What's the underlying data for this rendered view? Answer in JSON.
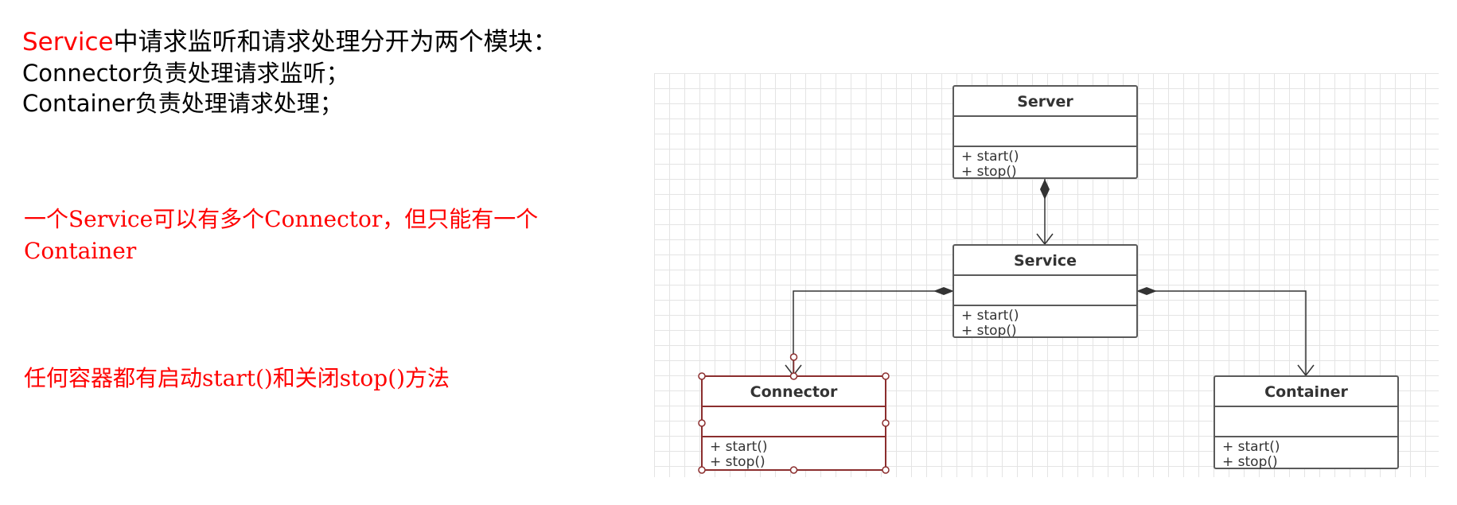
{
  "text": {
    "heading_accent": "Service",
    "heading_rest": "中请求监听和请求处理分开为两个模块：",
    "line2": "Connector负责处理请求监听；",
    "line3": "Container负责处理请求处理；",
    "note1": "一个Service可以有多个Connector，但只能有一个Container",
    "note2": "任何容器都有启动start()和关闭stop()方法"
  },
  "diagram": {
    "classes": [
      {
        "id": "server",
        "name": "Server",
        "ops": [
          "+ start()",
          "+ stop()"
        ]
      },
      {
        "id": "service",
        "name": "Service",
        "ops": [
          "+ start()",
          "+ stop()"
        ]
      },
      {
        "id": "connector",
        "name": "Connector",
        "ops": [
          "+ start()",
          "+ stop()"
        ]
      },
      {
        "id": "container",
        "name": "Container",
        "ops": [
          "+ start()",
          "+ stop()"
        ]
      }
    ],
    "relations": [
      {
        "from": "server",
        "to": "service",
        "type": "composition"
      },
      {
        "from": "service",
        "to": "connector",
        "type": "composition"
      },
      {
        "from": "service",
        "to": "container",
        "type": "composition"
      }
    ],
    "selected": "connector"
  },
  "colors": {
    "accent": "#ff0000",
    "box_border": "#5a5a5a",
    "selection": "#8b2e2e",
    "grid": "#e4e4e4"
  }
}
